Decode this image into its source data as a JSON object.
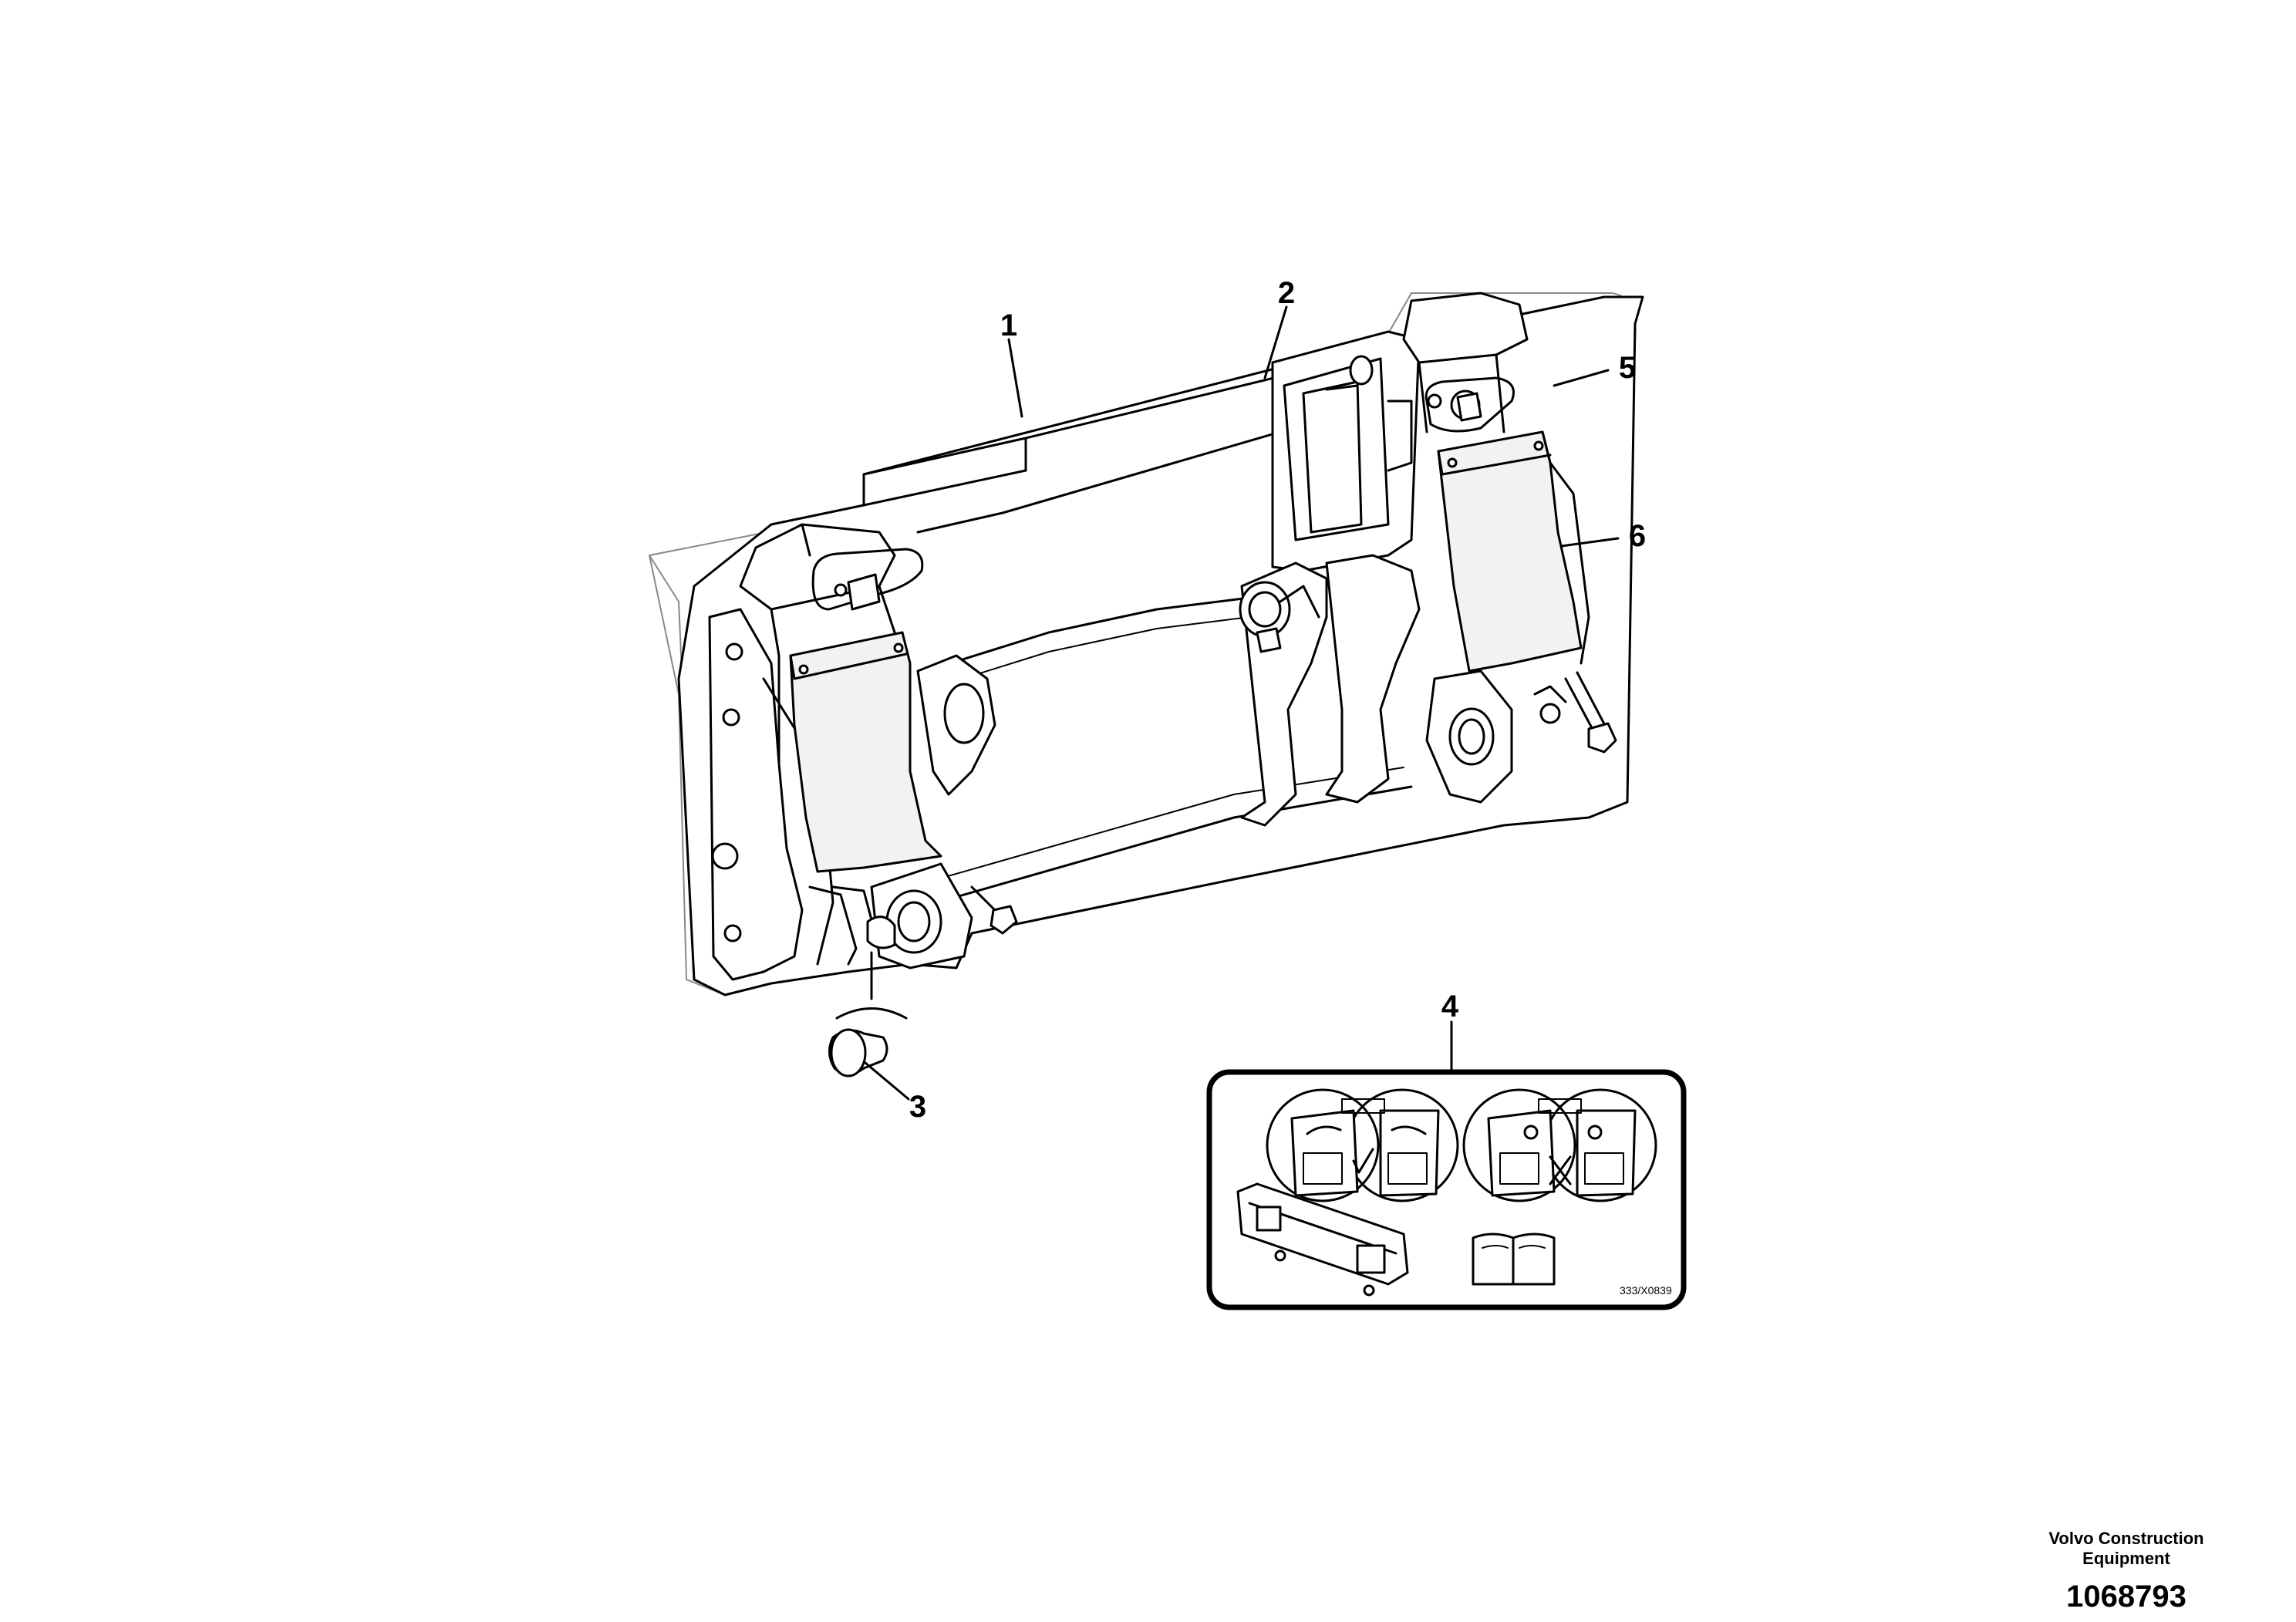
{
  "callouts": {
    "c1": "1",
    "c2": "2",
    "c3": "3",
    "c4": "4",
    "c5": "5",
    "c6": "6"
  },
  "inset": {
    "reference_code": "333/X0839"
  },
  "brand": {
    "line1": "Volvo Construction",
    "line2": "Equipment"
  },
  "document_number": "1068793",
  "colors": {
    "line": "#000000",
    "background": "#ffffff"
  }
}
